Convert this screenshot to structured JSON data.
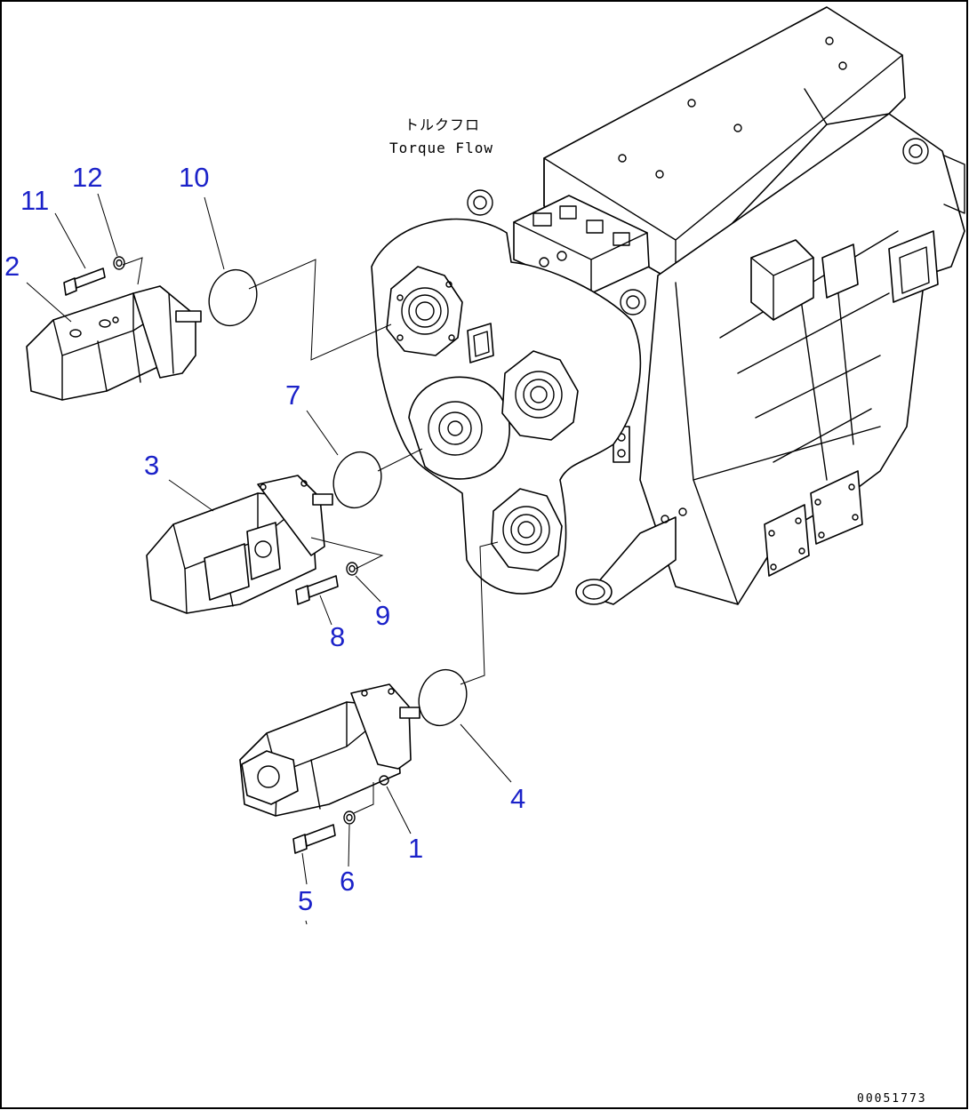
{
  "caption": {
    "japanese": "トルクフロ",
    "english": "Torque Flow"
  },
  "reference_code": "00051773",
  "callouts": [
    {
      "id": "c1",
      "label": "1"
    },
    {
      "id": "c2",
      "label": "2"
    },
    {
      "id": "c3",
      "label": "3"
    },
    {
      "id": "c4",
      "label": "4"
    },
    {
      "id": "c5",
      "label": "5"
    },
    {
      "id": "c6",
      "label": "6"
    },
    {
      "id": "c7",
      "label": "7"
    },
    {
      "id": "c8",
      "label": "8"
    },
    {
      "id": "c9",
      "label": "9"
    },
    {
      "id": "c10",
      "label": "10"
    },
    {
      "id": "c11",
      "label": "11"
    },
    {
      "id": "c12",
      "label": "12"
    }
  ],
  "colors": {
    "callout": "#1b22c9",
    "line": "#000000",
    "background": "#ffffff"
  }
}
